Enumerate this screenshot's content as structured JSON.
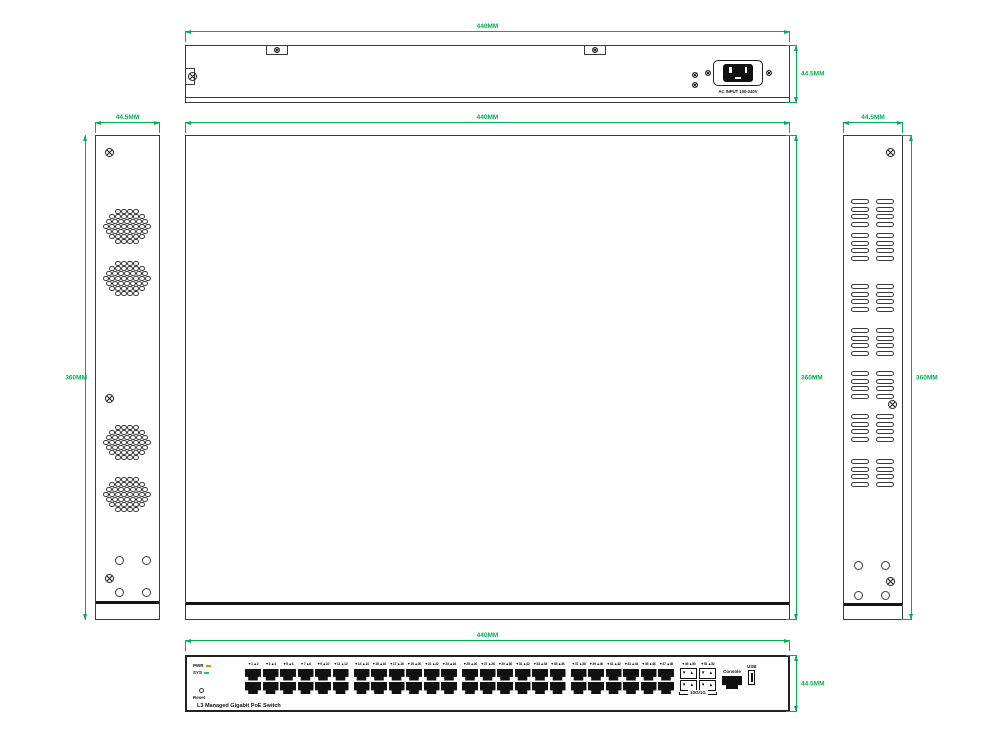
{
  "colors": {
    "dimension_accent": "#00B050",
    "outline": "#3a3a3a",
    "port_fill": "#111111",
    "led_pwr": "#f08300",
    "led_sys": "#2fb3a3"
  },
  "views": {
    "rear": {
      "dim_width": "440MM",
      "dim_height": "44.5MM",
      "ac_input_label": "AC INPUT 100-240V"
    },
    "left": {
      "dim_width": "44.5MM",
      "dim_height": "360MM"
    },
    "top": {
      "dim_width": "440MM",
      "dim_height": "360MM"
    },
    "right": {
      "dim_width": "44.5MM",
      "dim_height": "360MM"
    },
    "front": {
      "dim_width": "440MM",
      "dim_height": "44.5MM",
      "led_pwr_label": "PWR",
      "led_sys_label": "SYS",
      "reset_label": "Reset",
      "product_label": "L3 Managed Gigabit PoE Switch",
      "port_groups": [
        [
          1,
          2,
          3,
          4,
          5,
          6,
          7,
          8,
          9,
          10,
          11,
          12
        ],
        [
          13,
          14,
          15,
          16,
          17,
          18,
          19,
          20,
          21,
          22,
          23,
          24
        ],
        [
          25,
          26,
          27,
          28,
          29,
          30,
          31,
          32,
          33,
          34,
          35,
          36
        ],
        [
          37,
          38,
          39,
          40,
          41,
          42,
          43,
          44,
          45,
          46,
          47,
          48
        ]
      ],
      "sfp_columns": [
        [
          49,
          50
        ],
        [
          51,
          52
        ]
      ],
      "sfp_speed_label": "10G/1G",
      "console_label": "Console",
      "usb_label": "USB"
    }
  }
}
